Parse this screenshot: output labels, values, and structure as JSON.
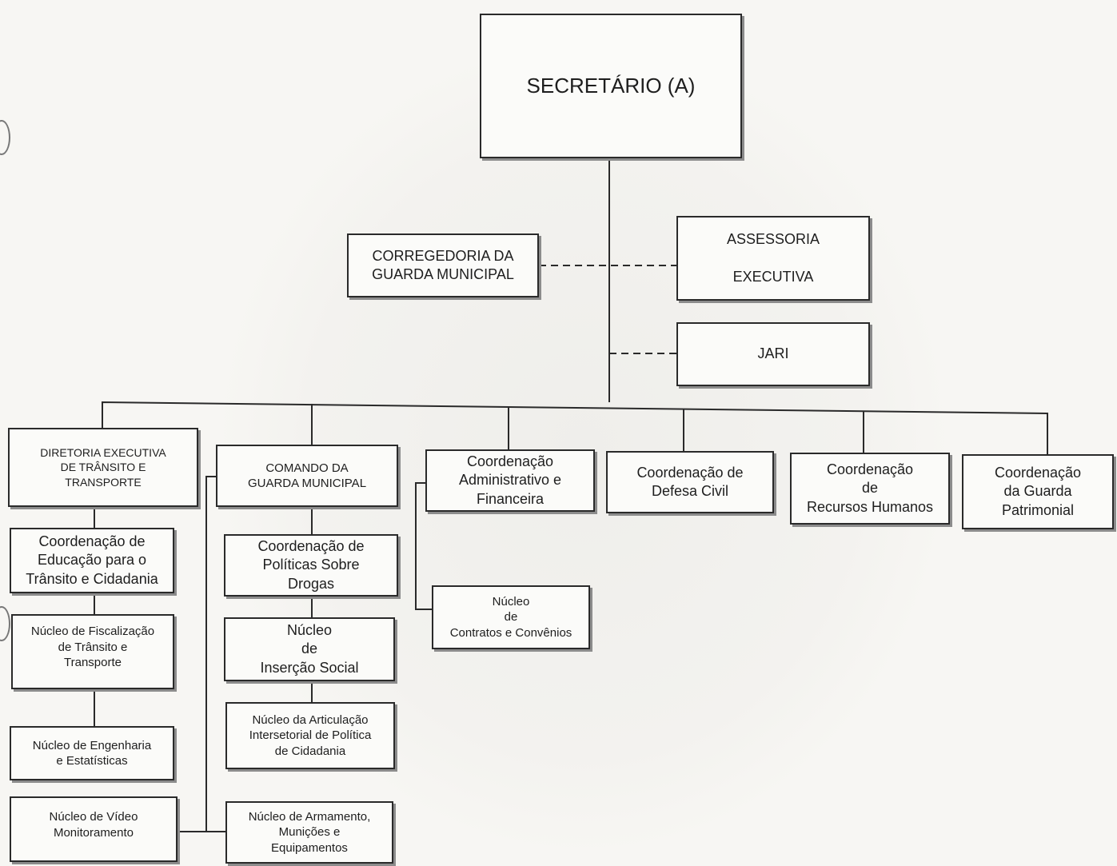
{
  "org_chart": {
    "top": {
      "label": "SECRETÁRIO (A)"
    },
    "staff": {
      "corregedoria": "CORREGEDORIA DA\nGUARDA MUNICIPAL",
      "assessoria": "ASSESSORIA\n\nEXECUTIVA",
      "jari": "JARI"
    },
    "units": {
      "diretoria_transito": {
        "label": "DIRETORIA EXECUTIVA\nDE TRÂNSITO E\nTRANSPORTE",
        "children": [
          "Coordenação de\nEducação para o\nTrânsito e Cidadania",
          "Núcleo de Fiscalização\nde Trânsito e\nTransporte",
          "Núcleo de Engenharia\ne Estatísticas",
          "Núcleo de Vídeo\nMonitoramento"
        ]
      },
      "comando_guarda": {
        "label": "COMANDO DA\nGUARDA MUNICIPAL",
        "children": [
          "Coordenação de\nPolíticas Sobre\nDrogas",
          "Núcleo\nde\nInserção Social",
          "Núcleo da Articulação\nIntersetorial de Política\nde Cidadania",
          "Núcleo de Armamento,\nMunições e\nEquipamentos"
        ]
      },
      "coord_administrativo": {
        "label": "Coordenação\nAdministrativo e\nFinanceira",
        "children": [
          "Núcleo\nde\nContratos e Convênios"
        ]
      },
      "coord_defesa_civil": {
        "label": "Coordenação de\nDefesa Civil"
      },
      "coord_rh": {
        "label": "Coordenação\nde\nRecursos Humanos"
      },
      "coord_patrimonial": {
        "label": "Coordenação\nda Guarda\nPatrimonial"
      }
    }
  }
}
